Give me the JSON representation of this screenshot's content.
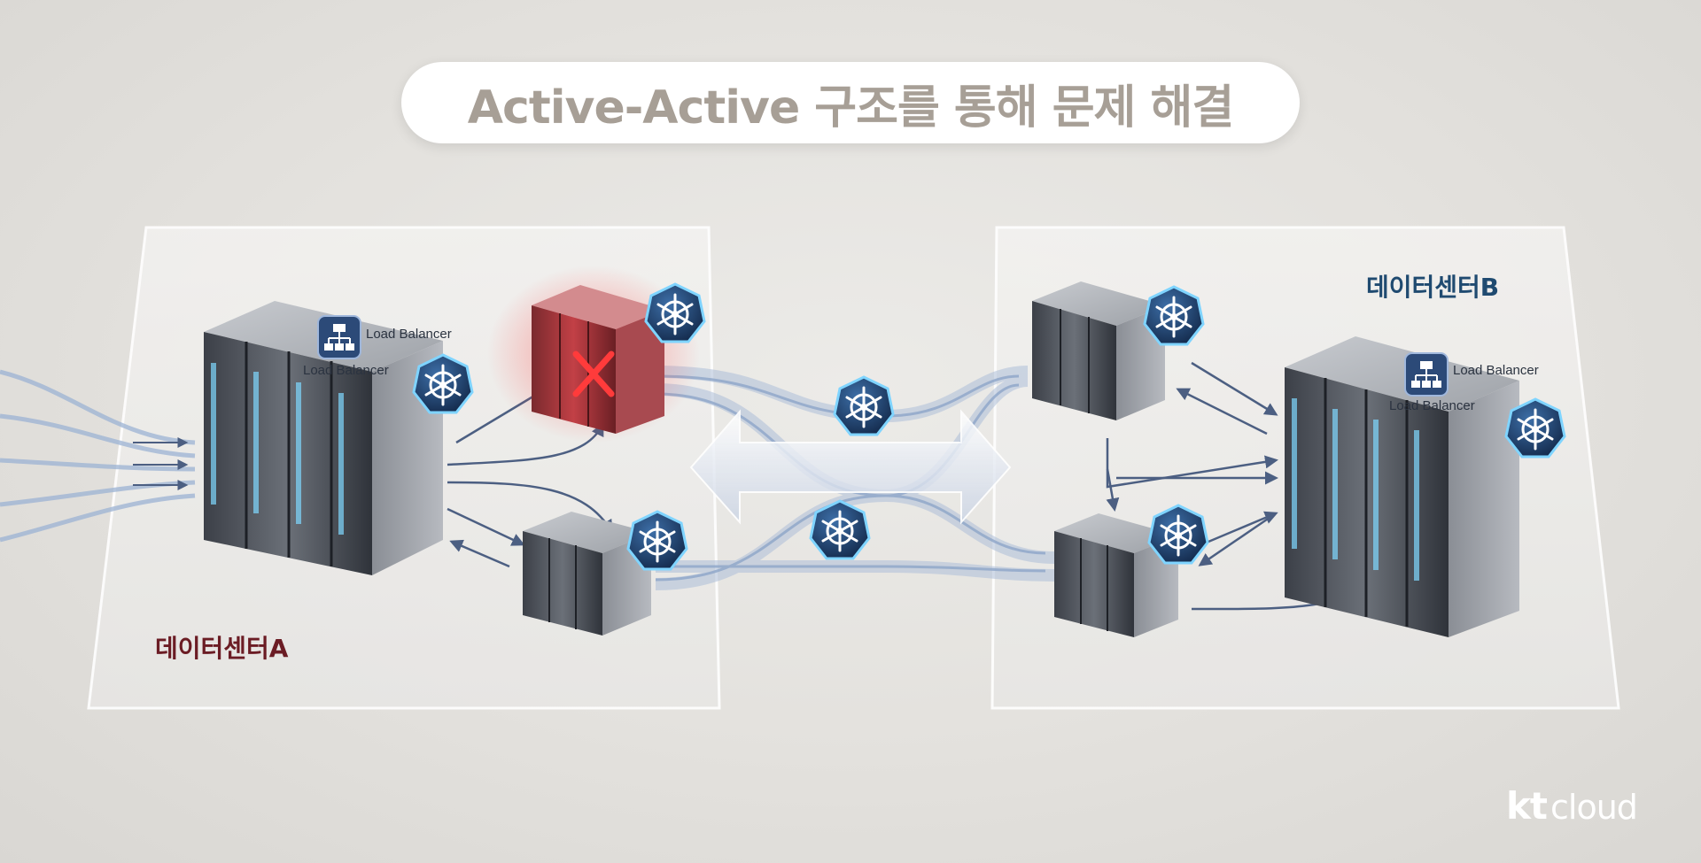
{
  "title": "Active-Active 구조를 통해 문제 해결",
  "datacenter_a": {
    "label": "데이터센터A",
    "color": "#6b1c24"
  },
  "datacenter_b": {
    "label": "데이터센터B",
    "color": "#1f4a70"
  },
  "load_balancer": {
    "label": "Load Balancer",
    "icon": "network-hierarchy-icon"
  },
  "node_icon": "kubernetes-helm-icon",
  "failed_marker": "x-icon",
  "logo": {
    "kt": "kt",
    "cloud": "cloud"
  }
}
